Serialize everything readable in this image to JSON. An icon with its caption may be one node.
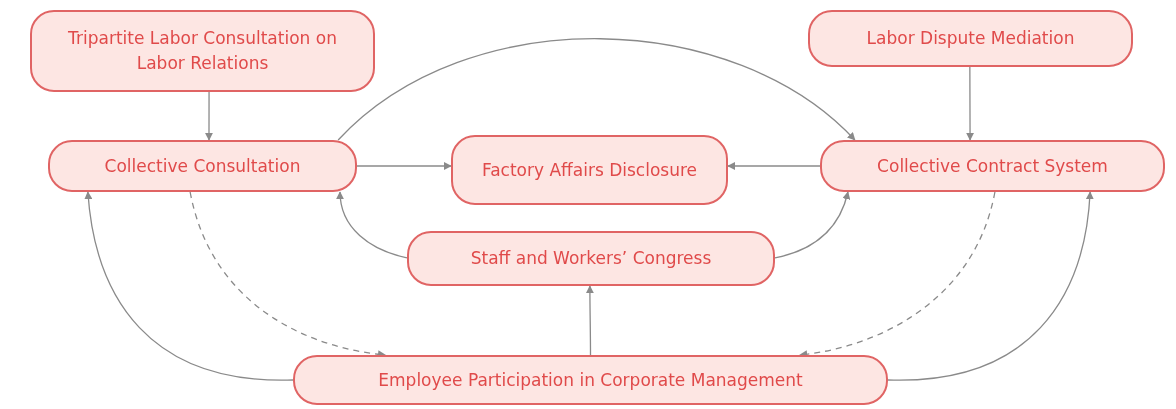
{
  "diagram": {
    "nodes": [
      {
        "text": [
          "Tripartite Labor Consultation on Labor Relations"
        ]
      },
      {
        "text": [
          "Labor Dispute Mediation"
        ]
      },
      {
        "text": [
          "Collective Consultation"
        ]
      },
      {
        "text": [
          "Factory Affairs Disclosure"
        ]
      },
      {
        "text": [
          "Collective Contract System"
        ]
      },
      {
        "text": [
          "Staff and Workers’ Congress"
        ]
      },
      {
        "text": [
          "Employee Participation in Corporate Management"
        ]
      }
    ],
    "edges": [
      {
        "from": 0,
        "to": 2,
        "arrow": "to"
      },
      {
        "from": 1,
        "to": 4,
        "arrow": "to"
      },
      {
        "from": 2,
        "to": 3,
        "arrow": "to"
      },
      {
        "from": 4,
        "to": 3,
        "arrow": "to"
      },
      {
        "from": 2,
        "to": 4,
        "arrow": "to"
      },
      {
        "from": 5,
        "to": 2,
        "arrow": "to"
      },
      {
        "from": 5,
        "to": 4,
        "arrow": "to"
      },
      {
        "from": 6,
        "to": 5,
        "arrow": "to"
      },
      {
        "from": 6,
        "to": 2,
        "arrow": "to"
      },
      {
        "from": 6,
        "to": 4,
        "arrow": "to"
      },
      {
        "from": 2,
        "to": 6,
        "arrow": "to",
        "style": "dashed"
      },
      {
        "from": 4,
        "to": 6,
        "arrow": "to",
        "style": "dashed"
      }
    ]
  }
}
